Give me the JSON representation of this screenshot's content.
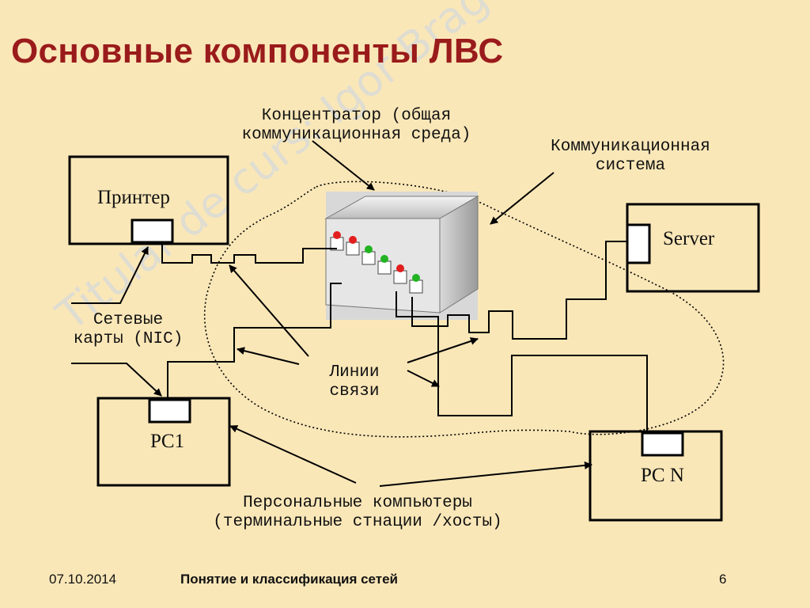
{
  "title": "Основные компоненты ЛВС",
  "labels": {
    "hub_line1": "Концентратор (общая",
    "hub_line2": "коммуникационная среда)",
    "comm_line1": "Коммуникационная",
    "comm_line2": "система",
    "nic_line1": "Сетевые",
    "nic_line2": "карты (NIC)",
    "links_line1": "Линии",
    "links_line2": "связи",
    "pc_line1": "Персональные компьютеры",
    "pc_line2": "(терминальные стнации /хосты)"
  },
  "boxes": {
    "printer": "Принтер",
    "server": "Server",
    "pc1": "PC1",
    "pcn": "PC N"
  },
  "watermark": "Titular de curs: Igor Bragaru",
  "footer": {
    "date": "07.10.2014",
    "topic": "Понятие и классификация сетей",
    "page": "6"
  },
  "colors": {
    "background": "#fae7b8",
    "title": "#9a1b1b"
  }
}
